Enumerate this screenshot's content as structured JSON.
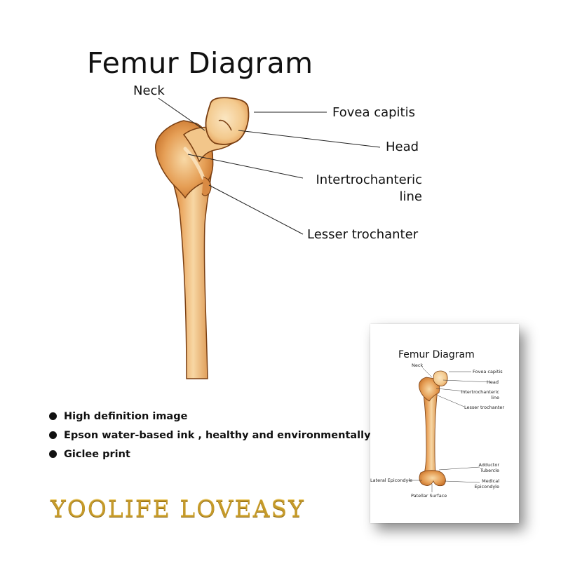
{
  "diagram": {
    "title": "Femur Diagram",
    "labels": {
      "neck": "Neck",
      "fovea": "Fovea capitis",
      "head": "Head",
      "intertroch_1": "Intertrochanteric",
      "intertroch_2": "line",
      "lesser": "Lesser trochanter"
    }
  },
  "features": [
    "High definition image",
    "Epson water-based ink , healthy and environmentally",
    "Giclee print"
  ],
  "brand": "YOOLIFE LOVEASY",
  "preview": {
    "title": "Femur Diagram",
    "labels": {
      "neck": "Neck",
      "fovea": "Fovea capitis",
      "head": "Head",
      "intertroch_1": "Intertrochanteric",
      "intertroch_2": "line",
      "lesser": "Lesser trochanter",
      "adductor_1": "Adductor",
      "adductor_2": "Tubercle",
      "lateral": "Lateral Epicondyle",
      "medial_1": "Medical",
      "medial_2": "Epicondyle",
      "patellar": "Patellar Surface"
    }
  },
  "colors": {
    "bone_light": "#f7d7a4",
    "bone_mid": "#eba862",
    "bone_dark": "#c46d25",
    "outline": "#7a3f12",
    "brand_gold": "#c59a2a"
  }
}
